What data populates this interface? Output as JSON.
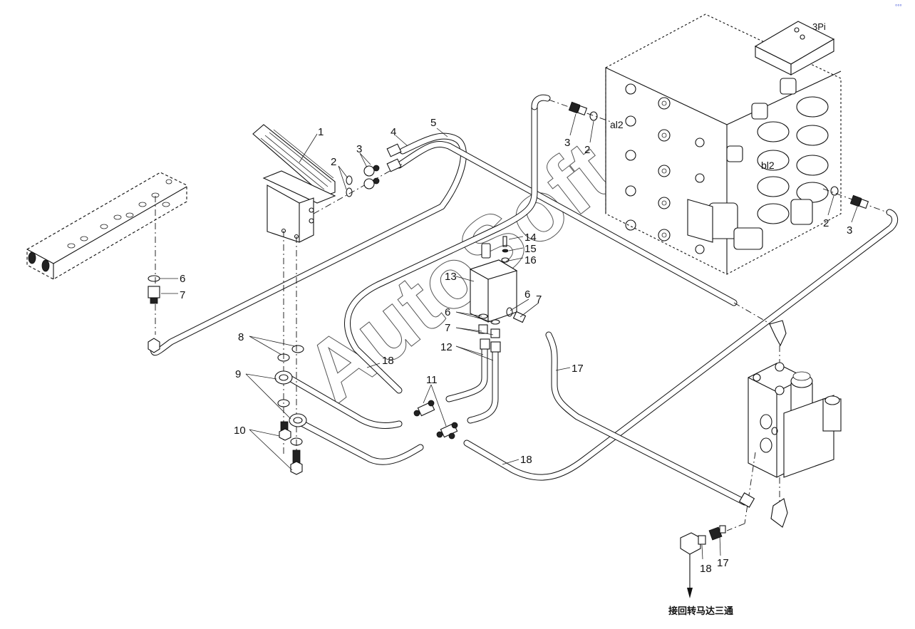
{
  "diagram": {
    "type": "exploded parts diagram",
    "subject": "pilot hydraulic circuit: foot pedal valve, main control valve, solenoid valve and hoses",
    "watermark": "AutoSoft",
    "port_labels": {
      "top_block": "3Pi",
      "port_a": "al2",
      "port_b": "bl2"
    },
    "note_bottom": "接回转马达三通",
    "callouts": [
      {
        "id": "c1",
        "label": "1",
        "part": "foot pedal valve"
      },
      {
        "id": "c2a",
        "label": "2",
        "part": "O-ring (pedal)"
      },
      {
        "id": "c3a",
        "label": "3",
        "part": "adapter fitting (pedal)"
      },
      {
        "id": "c4",
        "label": "4",
        "part": "hose"
      },
      {
        "id": "c5",
        "label": "5",
        "part": "hose"
      },
      {
        "id": "c3b",
        "label": "3",
        "part": "adapter fitting (port al2)"
      },
      {
        "id": "c2b",
        "label": "2",
        "part": "O-ring (port al2)"
      },
      {
        "id": "c2c",
        "label": "2",
        "part": "O-ring (port bl2)"
      },
      {
        "id": "c3c",
        "label": "3",
        "part": "adapter fitting (port bl2)"
      },
      {
        "id": "c6a",
        "label": "6",
        "part": "seal washer (manifold)"
      },
      {
        "id": "c7a",
        "label": "7",
        "part": "adapter (manifold)"
      },
      {
        "id": "c14",
        "label": "14",
        "part": "bolt"
      },
      {
        "id": "c15",
        "label": "15",
        "part": "spring washer"
      },
      {
        "id": "c16",
        "label": "16",
        "part": "flat washer"
      },
      {
        "id": "c13",
        "label": "13",
        "part": "shuttle valve block"
      },
      {
        "id": "c6b",
        "label": "6",
        "part": "seal washer (block side)"
      },
      {
        "id": "c7b",
        "label": "7",
        "part": "adapter (block side)"
      },
      {
        "id": "c6c",
        "label": "6",
        "part": "seal washers (block bottom)"
      },
      {
        "id": "c7c",
        "label": "7",
        "part": "adapters (block bottom)"
      },
      {
        "id": "c12",
        "label": "12",
        "part": "hoses"
      },
      {
        "id": "c8",
        "label": "8",
        "part": "seal washers"
      },
      {
        "id": "c9",
        "label": "9",
        "part": "banjo hoses"
      },
      {
        "id": "c10",
        "label": "10",
        "part": "banjo bolts"
      },
      {
        "id": "c18a",
        "label": "18",
        "part": "hose"
      },
      {
        "id": "c11",
        "label": "11",
        "part": "tee fittings"
      },
      {
        "id": "c17a",
        "label": "17",
        "part": "hose"
      },
      {
        "id": "c18b",
        "label": "18",
        "part": "hose"
      },
      {
        "id": "c18c",
        "label": "18",
        "part": "elbow fitting"
      },
      {
        "id": "c17b",
        "label": "17",
        "part": "adapter fitting"
      }
    ]
  },
  "corner_mark": "°°°"
}
